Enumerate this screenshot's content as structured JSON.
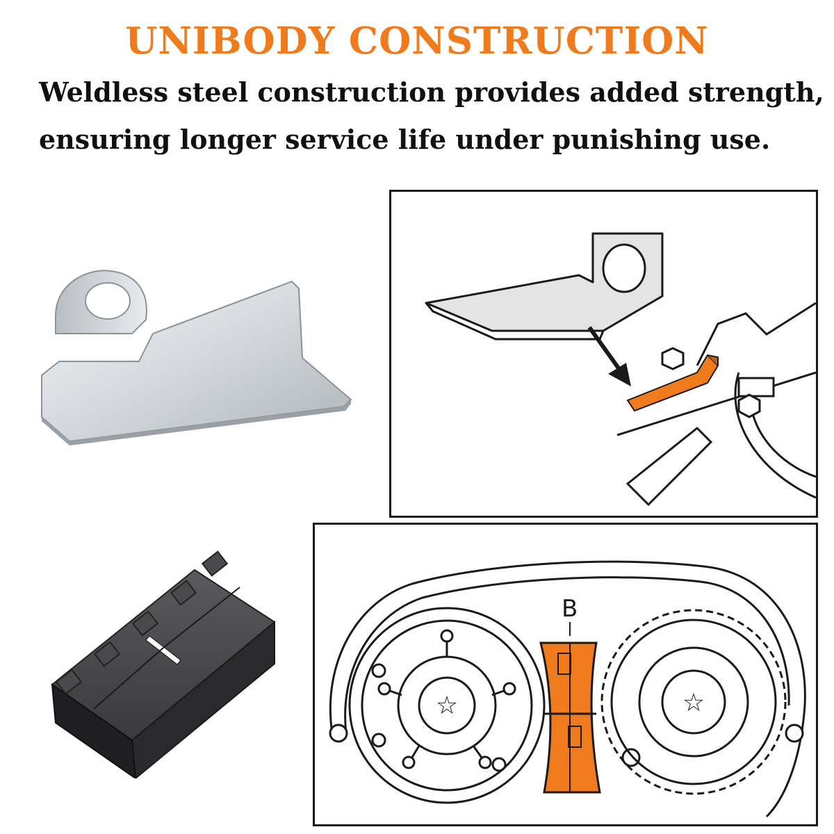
{
  "header": {
    "title": "UNIBODY CONSTRUCTION",
    "line1": "Weldless steel construction provides added strength,",
    "line2": "ensuring longer service life under punishing use."
  },
  "diagram_bottom": {
    "callout_label": "B"
  },
  "colors": {
    "accent": "#f07b1d",
    "text": "#111111",
    "outline": "#1a1a1a",
    "steel": "#d4d8dc",
    "block": "#3a3a3c"
  }
}
